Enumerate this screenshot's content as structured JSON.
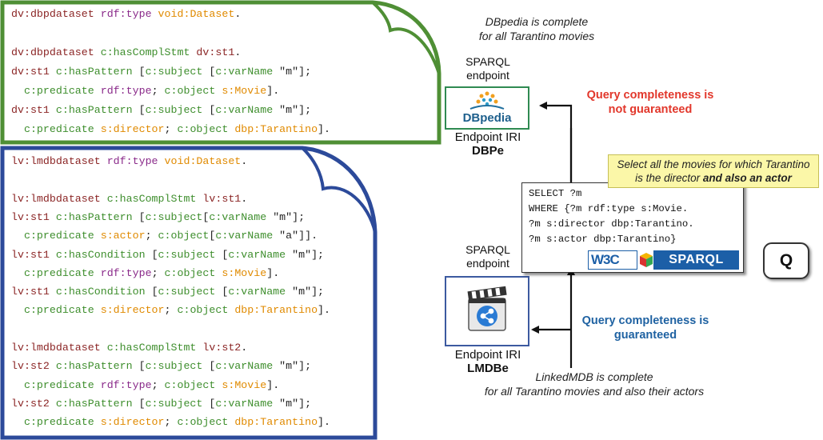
{
  "colors": {
    "dbpedia_doc_border": "#4f8f35",
    "lmdb_doc_border": "#2c4a9a",
    "subject": "#8b2525",
    "predicate": "#3e8e2d",
    "class_value": "#e08a00",
    "rdf_type": "#8a2a8a",
    "not_guaranteed": "#e2372b",
    "guaranteed": "#1f62a2",
    "callout_bg": "#fbf7a8",
    "sparql_blue": "#1c5fa7"
  },
  "dbpedia_doc": {
    "lines": [
      [
        [
          "dv:dbpdataset ",
          "subj"
        ],
        [
          "rdf:type ",
          "rdf"
        ],
        [
          "void:Dataset",
          "cls"
        ],
        [
          ".",
          "punc"
        ]
      ],
      [],
      [
        [
          "dv:dbpdataset ",
          "subj"
        ],
        [
          "c:hasComplStmt ",
          "pred"
        ],
        [
          "dv:st1",
          "subj"
        ],
        [
          ".",
          "punc"
        ]
      ],
      [
        [
          "dv:st1 ",
          "subj"
        ],
        [
          "c:hasPattern ",
          "pred"
        ],
        [
          "[",
          "punc"
        ],
        [
          "c:subject ",
          "pred"
        ],
        [
          "[",
          "punc"
        ],
        [
          "c:varName ",
          "pred"
        ],
        [
          "\"m\"",
          "str"
        ],
        [
          "];",
          "punc"
        ]
      ],
      [
        [
          "  c:predicate ",
          "pred"
        ],
        [
          "rdf:type",
          "rdf"
        ],
        [
          "; ",
          "punc"
        ],
        [
          "c:object ",
          "pred"
        ],
        [
          "s:Movie",
          "cls"
        ],
        [
          "].",
          "punc"
        ]
      ],
      [
        [
          "dv:st1 ",
          "subj"
        ],
        [
          "c:hasPattern ",
          "pred"
        ],
        [
          "[",
          "punc"
        ],
        [
          "c:subject ",
          "pred"
        ],
        [
          "[",
          "punc"
        ],
        [
          "c:varName ",
          "pred"
        ],
        [
          "\"m\"",
          "str"
        ],
        [
          "];",
          "punc"
        ]
      ],
      [
        [
          "  c:predicate ",
          "pred"
        ],
        [
          "s:director",
          "cls"
        ],
        [
          "; ",
          "punc"
        ],
        [
          "c:object ",
          "pred"
        ],
        [
          "dbp:Tarantino",
          "cls"
        ],
        [
          "].",
          "punc"
        ]
      ]
    ]
  },
  "lmdb_doc": {
    "lines": [
      [
        [
          "lv:lmdbdataset ",
          "subj"
        ],
        [
          "rdf:type ",
          "rdf"
        ],
        [
          "void:Dataset",
          "cls"
        ],
        [
          ".",
          "punc"
        ]
      ],
      [],
      [
        [
          "lv:lmdbdataset ",
          "subj"
        ],
        [
          "c:hasComplStmt ",
          "pred"
        ],
        [
          "lv:st1",
          "subj"
        ],
        [
          ".",
          "punc"
        ]
      ],
      [
        [
          "lv:st1 ",
          "subj"
        ],
        [
          "c:hasPattern ",
          "pred"
        ],
        [
          "[",
          "punc"
        ],
        [
          "c:subject",
          "pred"
        ],
        [
          "[",
          "punc"
        ],
        [
          "c:varName ",
          "pred"
        ],
        [
          "\"m\"",
          "str"
        ],
        [
          "];",
          "punc"
        ]
      ],
      [
        [
          "  c:predicate ",
          "pred"
        ],
        [
          "s:actor",
          "cls"
        ],
        [
          "; ",
          "punc"
        ],
        [
          "c:object",
          "pred"
        ],
        [
          "[",
          "punc"
        ],
        [
          "c:varName ",
          "pred"
        ],
        [
          "\"a\"",
          "str"
        ],
        [
          "]].",
          "punc"
        ]
      ],
      [
        [
          "lv:st1 ",
          "subj"
        ],
        [
          "c:hasCondition ",
          "pred"
        ],
        [
          "[",
          "punc"
        ],
        [
          "c:subject ",
          "pred"
        ],
        [
          "[",
          "punc"
        ],
        [
          "c:varName ",
          "pred"
        ],
        [
          "\"m\"",
          "str"
        ],
        [
          "];",
          "punc"
        ]
      ],
      [
        [
          "  c:predicate ",
          "pred"
        ],
        [
          "rdf:type",
          "rdf"
        ],
        [
          "; ",
          "punc"
        ],
        [
          "c:object ",
          "pred"
        ],
        [
          "s:Movie",
          "cls"
        ],
        [
          "].",
          "punc"
        ]
      ],
      [
        [
          "lv:st1 ",
          "subj"
        ],
        [
          "c:hasCondition ",
          "pred"
        ],
        [
          "[",
          "punc"
        ],
        [
          "c:subject ",
          "pred"
        ],
        [
          "[",
          "punc"
        ],
        [
          "c:varName ",
          "pred"
        ],
        [
          "\"m\"",
          "str"
        ],
        [
          "];",
          "punc"
        ]
      ],
      [
        [
          "  c:predicate ",
          "pred"
        ],
        [
          "s:director",
          "cls"
        ],
        [
          "; ",
          "punc"
        ],
        [
          "c:object ",
          "pred"
        ],
        [
          "dbp:Tarantino",
          "cls"
        ],
        [
          "].",
          "punc"
        ]
      ],
      [],
      [
        [
          "lv:lmdbdataset ",
          "subj"
        ],
        [
          "c:hasComplStmt ",
          "pred"
        ],
        [
          "lv:st2",
          "subj"
        ],
        [
          ".",
          "punc"
        ]
      ],
      [
        [
          "lv:st2 ",
          "subj"
        ],
        [
          "c:hasPattern ",
          "pred"
        ],
        [
          "[",
          "punc"
        ],
        [
          "c:subject ",
          "pred"
        ],
        [
          "[",
          "punc"
        ],
        [
          "c:varName ",
          "pred"
        ],
        [
          "\"m\"",
          "str"
        ],
        [
          "];",
          "punc"
        ]
      ],
      [
        [
          "  c:predicate ",
          "pred"
        ],
        [
          "rdf:type",
          "rdf"
        ],
        [
          "; ",
          "punc"
        ],
        [
          "c:object ",
          "pred"
        ],
        [
          "s:Movie",
          "cls"
        ],
        [
          "].",
          "punc"
        ]
      ],
      [
        [
          "lv:st2 ",
          "subj"
        ],
        [
          "c:hasPattern ",
          "pred"
        ],
        [
          "[",
          "punc"
        ],
        [
          "c:subject ",
          "pred"
        ],
        [
          "[",
          "punc"
        ],
        [
          "c:varName ",
          "pred"
        ],
        [
          "\"m\"",
          "str"
        ],
        [
          "];",
          "punc"
        ]
      ],
      [
        [
          "  c:predicate ",
          "pred"
        ],
        [
          "s:director",
          "cls"
        ],
        [
          "; ",
          "punc"
        ],
        [
          "c:object ",
          "pred"
        ],
        [
          "dbp:Tarantino",
          "cls"
        ],
        [
          "].",
          "punc"
        ]
      ]
    ]
  },
  "dbpedia_note": [
    "DBpedia is complete",
    "for all Tarantino movies"
  ],
  "lmdb_note": [
    "LinkedMDB is complete",
    "for all Tarantino movies and also their actors"
  ],
  "dbpedia_endpoint": {
    "label_top": [
      "SPARQL",
      "endpoint"
    ],
    "logo_text": "DBpedia",
    "label_bottom": "Endpoint IRI",
    "iri": "DBPe"
  },
  "lmdb_endpoint": {
    "label_top": [
      "SPARQL",
      "endpoint"
    ],
    "label_bottom": "Endpoint IRI",
    "iri": "LMDBe"
  },
  "status_not_guaranteed": [
    "Query completeness is",
    "not guaranteed"
  ],
  "status_guaranteed": [
    "Query completeness is",
    "guaranteed"
  ],
  "callout": {
    "line1": "Select all the movies for which Tarantino",
    "line2_plain": "is the director ",
    "line2_bold": "and also an actor"
  },
  "query": {
    "lines": [
      "SELECT ?m",
      "WHERE {?m rdf:type s:Movie.",
      "?m s:director dbp:Tarantino.",
      "?m s:actor dbp:Tarantino}"
    ],
    "w3c_logo": "W3C",
    "sparql_logo": "SPARQL",
    "badge": "Q"
  }
}
